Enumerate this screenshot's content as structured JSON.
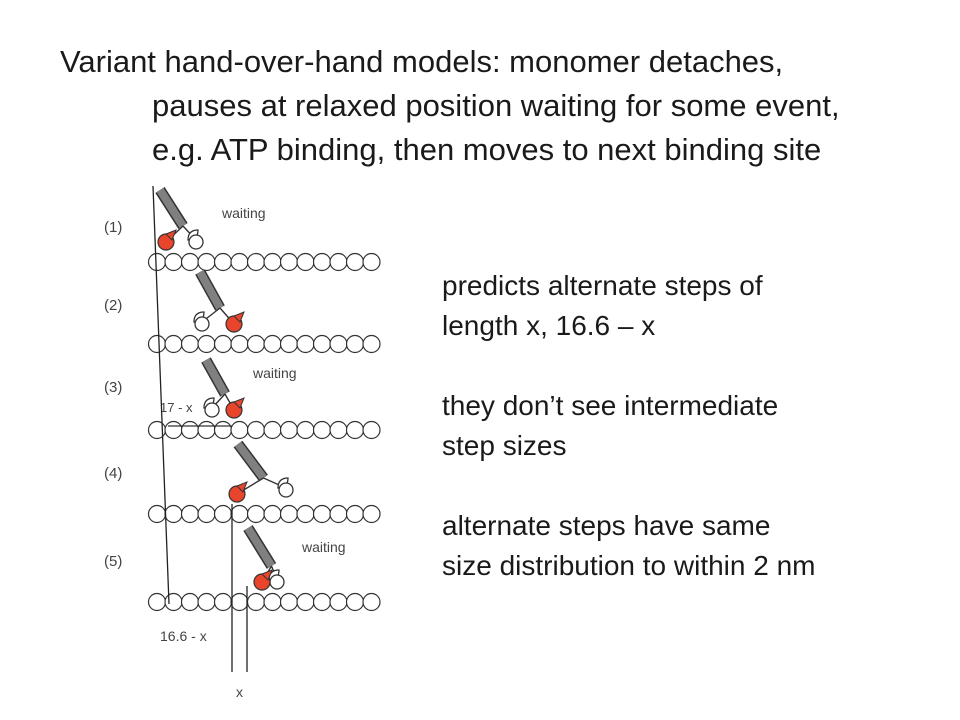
{
  "title": {
    "line1": "Variant hand-over-hand models: monomer detaches,",
    "line2": "pauses at relaxed position waiting for some event,",
    "line3": "e.g. ATP binding, then moves to next binding site"
  },
  "notes": {
    "p1_line1": "predicts alternate steps of",
    "p1_line2": "length x, 16.6 – x",
    "p2_line1": "they don’t see intermediate",
    "p2_line2": "step sizes",
    "p3_line1": "alternate steps have same",
    "p3_line2": "size distribution to within 2 nm"
  },
  "diagram": {
    "stages": [
      {
        "label": "(1)",
        "status": "waiting"
      },
      {
        "label": "(2)",
        "status": ""
      },
      {
        "label": "(3)",
        "status": "waiting",
        "distance_label": "17 - x"
      },
      {
        "label": "(4)",
        "status": ""
      },
      {
        "label": "(5)",
        "status": "waiting"
      }
    ],
    "bracket_labels": {
      "long": "16.6 - x",
      "short": "x"
    },
    "colors": {
      "head_bound": "#e8452c",
      "lever": "#808080",
      "bead": "#ffffff",
      "stroke": "#333333"
    }
  }
}
